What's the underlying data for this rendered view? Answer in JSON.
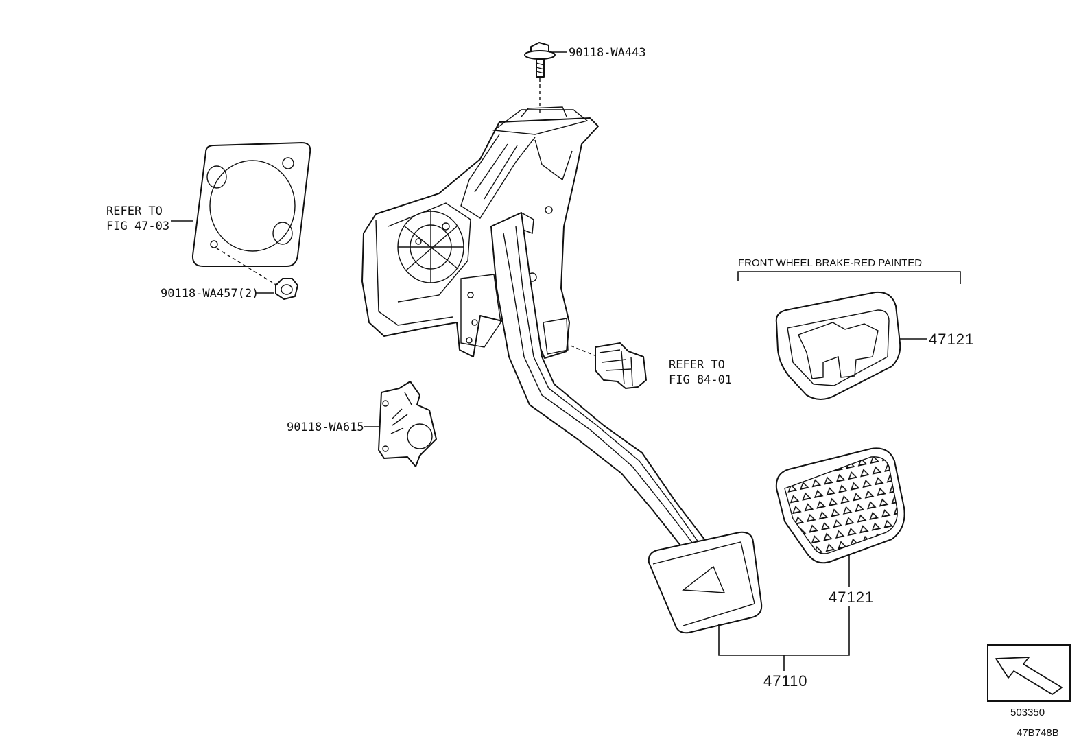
{
  "callouts": {
    "bolt_top": "90118-WA443",
    "refer_47_line1": "REFER TO",
    "refer_47_line2": "FIG 47-03",
    "nut": "90118-WA457(2)",
    "refer_84_line1": "REFER TO",
    "refer_84_line2": "FIG 84-01",
    "bracket": "90118-WA615",
    "front_wheel_note": "FRONT WHEEL BRAKE-RED PAINTED",
    "pad_red": "47121",
    "pad_rubber": "47121",
    "pedal_assy": "47110"
  },
  "footer": {
    "code": "503350",
    "diagram_id": "47B748B"
  },
  "icons": {
    "front_arrow": "front-direction-arrow-icon"
  }
}
